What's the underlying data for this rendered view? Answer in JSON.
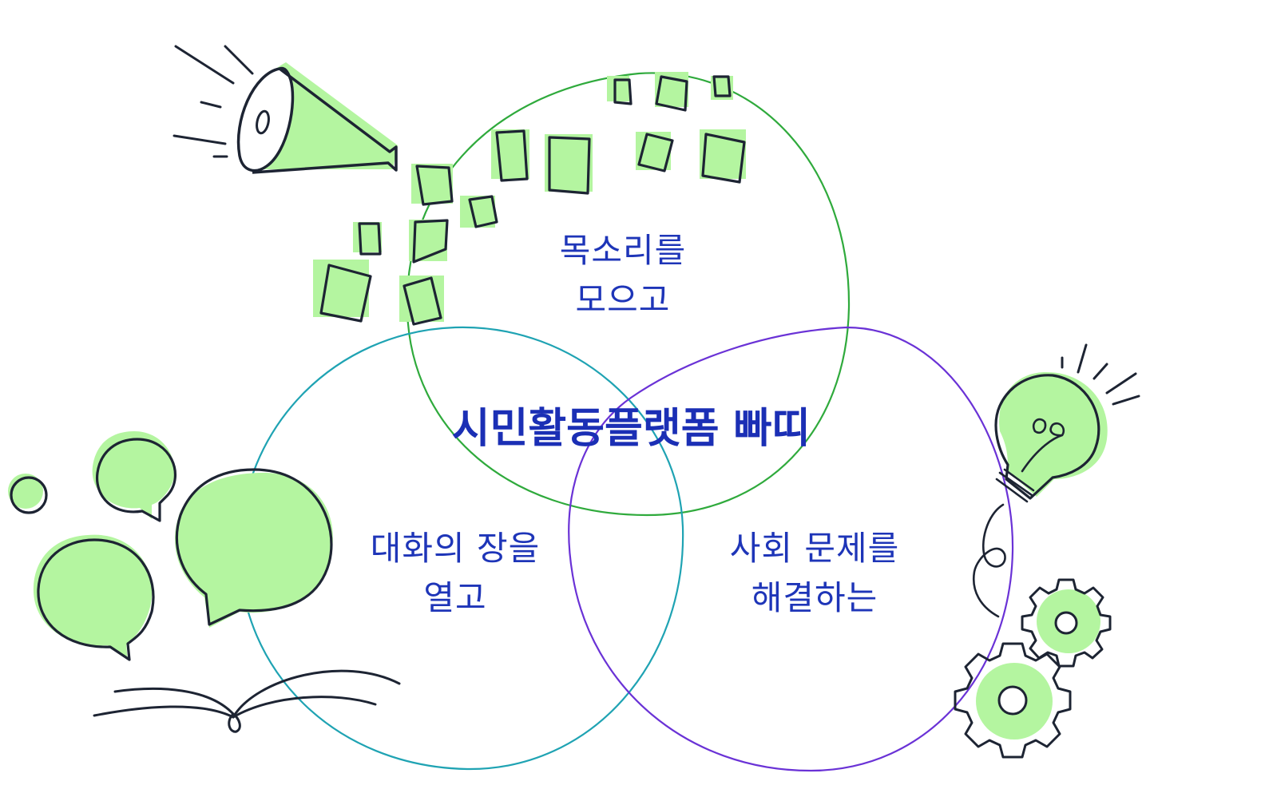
{
  "title": "시민활동플랫폼 빠띠",
  "circles": [
    {
      "id": "voices",
      "lines": [
        "목소리를",
        "모으고"
      ],
      "stroke": "#2faa3c"
    },
    {
      "id": "dialogue",
      "lines": [
        "대화의 장을",
        "열고"
      ],
      "stroke": "#1fa3b3"
    },
    {
      "id": "solve",
      "lines": [
        "사회 문제를",
        "해결하는"
      ],
      "stroke": "#6a32d6"
    }
  ],
  "colors": {
    "text": "#1e35b8",
    "accent_fill": "#b4f5a0",
    "ink": "#1d2433"
  },
  "icons": [
    "megaphone-icon",
    "paper-notes-icon",
    "speech-bubbles-icon",
    "open-book-icon",
    "lightbulb-icon",
    "gears-icon"
  ]
}
